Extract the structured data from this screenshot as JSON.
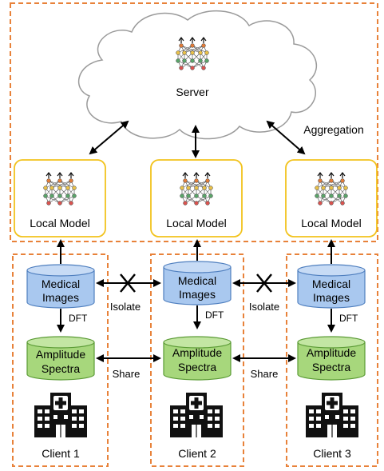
{
  "server": {
    "label": "Server"
  },
  "aggregation": {
    "label": "Aggregation"
  },
  "local_models": [
    {
      "label": "Local Model"
    },
    {
      "label": "Local Model"
    },
    {
      "label": "Local Model"
    }
  ],
  "clients": [
    {
      "name": "Client 1",
      "images_line1": "Medical",
      "images_line2": "Images",
      "spectra_line1": "Amplitude",
      "spectra_line2": "Spectra",
      "dft": "DFT"
    },
    {
      "name": "Client 2",
      "images_line1": "Medical",
      "images_line2": "Images",
      "spectra_line1": "Amplitude",
      "spectra_line2": "Spectra",
      "dft": "DFT"
    },
    {
      "name": "Client 3",
      "images_line1": "Medical",
      "images_line2": "Images",
      "spectra_line1": "Amplitude",
      "spectra_line2": "Spectra",
      "dft": "DFT"
    }
  ],
  "links": {
    "isolate_1": "Isolate",
    "isolate_2": "Isolate",
    "share_1": "Share",
    "share_2": "Share"
  },
  "colors": {
    "dashed_border": "#e8823a",
    "model_box_border": "#f2c31d",
    "db_blue_fill": "#a9c8ef",
    "db_blue_stroke": "#4f7fbf",
    "db_green_fill": "#a7d77c",
    "db_green_stroke": "#5b9b35"
  }
}
